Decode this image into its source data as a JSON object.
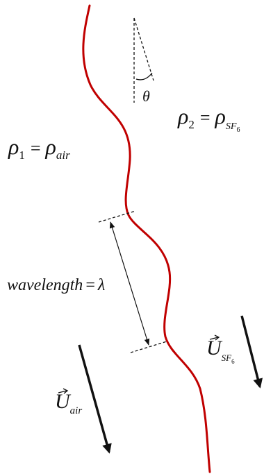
{
  "colors": {
    "interface": "#c00000",
    "ink": "#111111",
    "background": "#ffffff"
  },
  "labels": {
    "angle": "θ",
    "rho1": {
      "symbol": "ρ",
      "sub": "1",
      "equals": "=",
      "rhs": "ρ",
      "rhs_sub": "air"
    },
    "rho2": {
      "symbol": "ρ",
      "sub": "2",
      "equals": "=",
      "rhs": "ρ",
      "rhs_sub": "SF",
      "rhs_subsub": "6"
    },
    "wavelength": {
      "word": "wavelength",
      "equals": "=",
      "symbol": "λ"
    },
    "u_air": {
      "symbol": "U",
      "sub": "air"
    },
    "u_sf6": {
      "symbol": "U",
      "sub": "SF",
      "subsub": "6"
    }
  }
}
